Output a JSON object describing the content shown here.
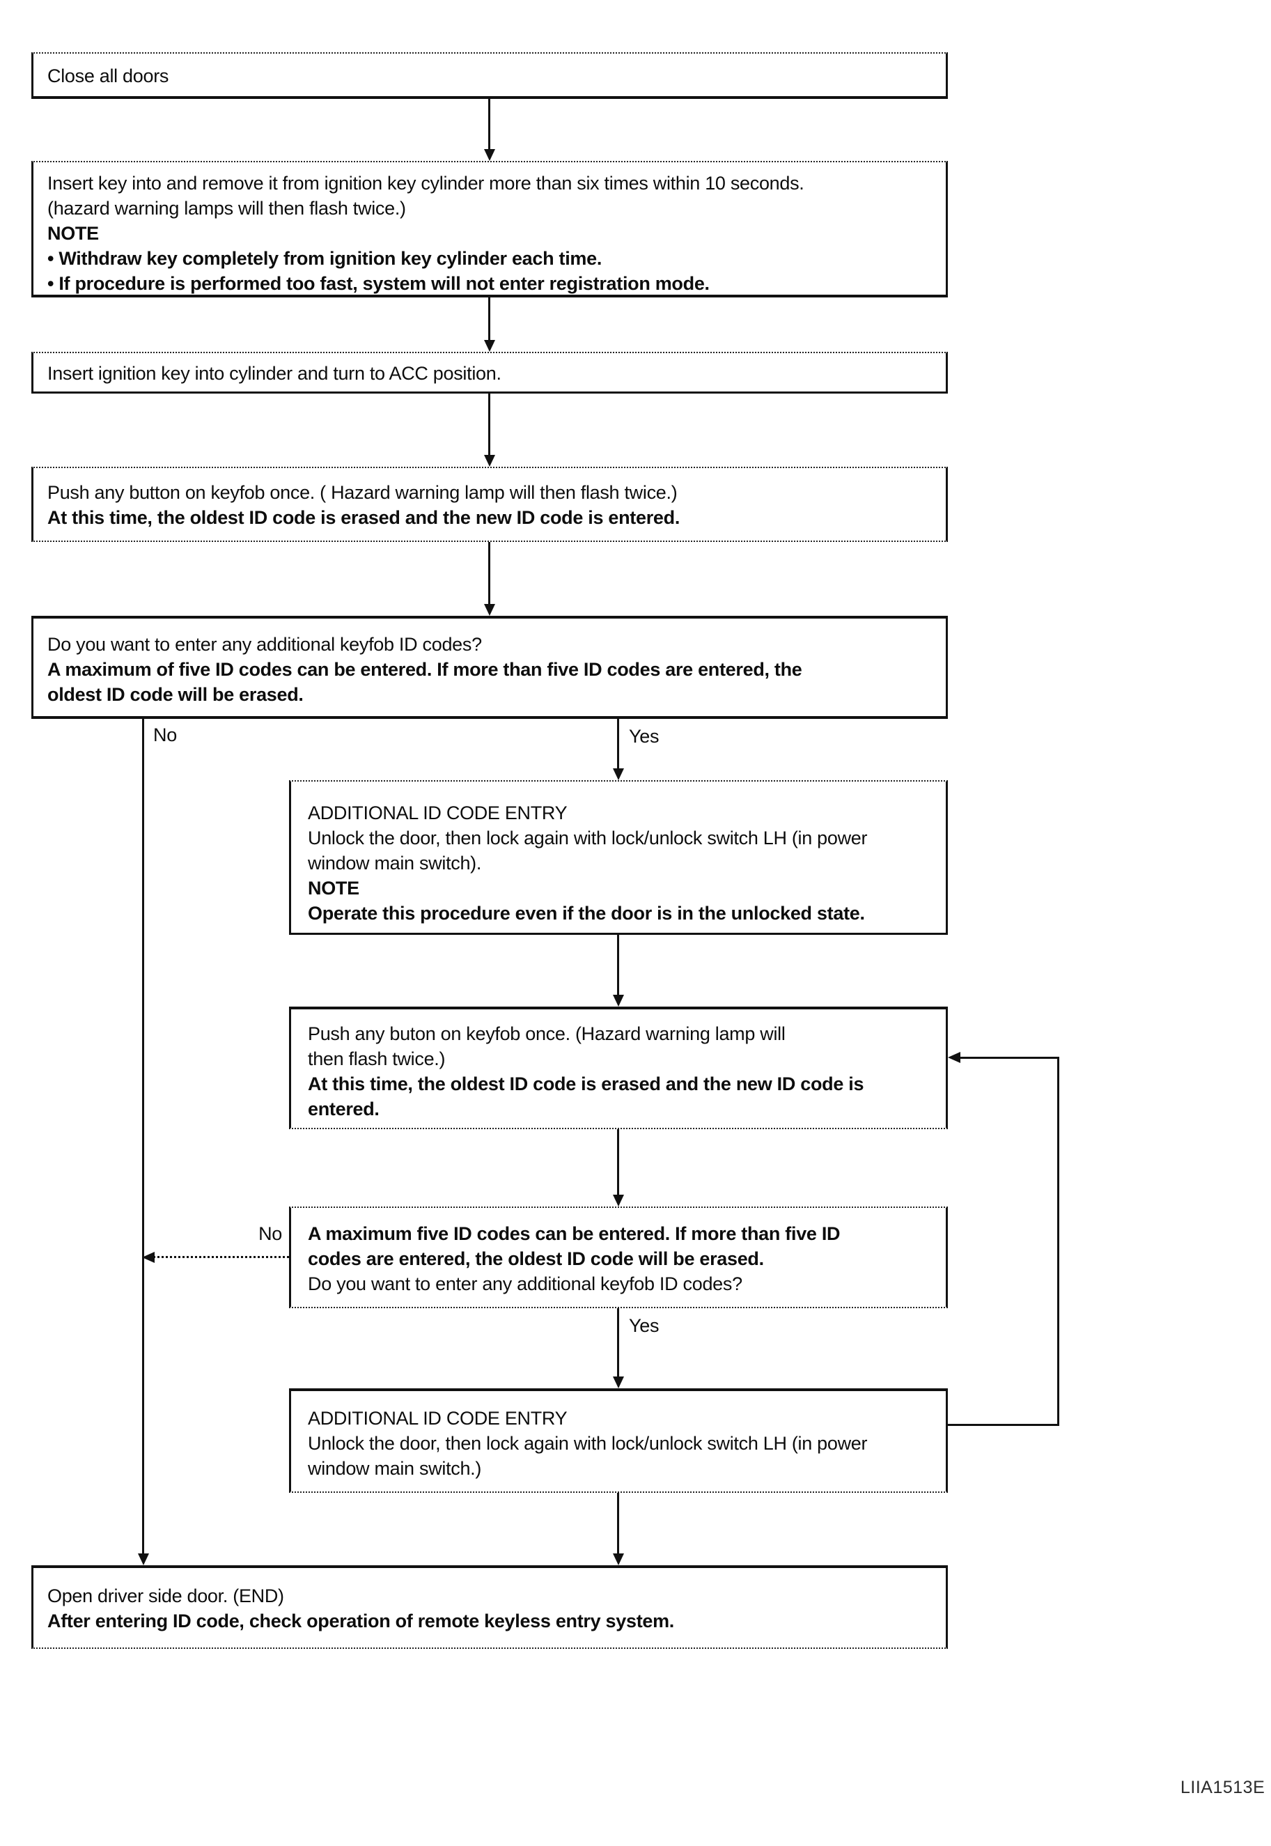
{
  "figure_code": "LIIA1513E",
  "colors": {
    "ink": "#111111",
    "paper": "#ffffff"
  },
  "branch_labels": {
    "no_main": "No",
    "yes_main": "Yes",
    "no_loop": "No",
    "yes_loop": "Yes"
  },
  "boxes": {
    "close_doors": {
      "lines": [
        {
          "text": "Close all doors",
          "bold": false
        }
      ]
    },
    "insert_remove_key": {
      "lines": [
        {
          "text": "Insert key into and remove it from ignition key cylinder more than six times within 10 seconds.",
          "bold": false
        },
        {
          "text": "(hazard warning lamps will then flash twice.)",
          "bold": false
        },
        {
          "text": "NOTE",
          "bold": true
        },
        {
          "text": "• Withdraw key completely from ignition key cylinder each time.",
          "bold": true
        },
        {
          "text": "• If procedure is performed too fast, system will not enter registration mode.",
          "bold": true
        }
      ]
    },
    "acc_position": {
      "lines": [
        {
          "text": "Insert ignition key into cylinder and turn to ACC position.",
          "bold": false
        }
      ]
    },
    "push_button_first": {
      "lines": [
        {
          "text": "Push any button on keyfob once. ( Hazard warning lamp will then flash twice.)",
          "bold": false
        },
        {
          "text": "At this time, the oldest ID code is erased and the new ID code is entered.",
          "bold": true
        }
      ]
    },
    "additional_question": {
      "lines": [
        {
          "text": "Do you want to enter any additional keyfob ID codes?",
          "bold": false
        },
        {
          "text": "A maximum of five ID codes can be entered. If more than five ID codes are entered, the",
          "bold": true
        },
        {
          "text": "oldest ID code will be erased.",
          "bold": true
        }
      ]
    },
    "additional_entry_1": {
      "lines": [
        {
          "text": "ADDITIONAL ID CODE ENTRY",
          "bold": false
        },
        {
          "text": "Unlock the door, then lock again with lock/unlock switch LH (in power",
          "bold": false
        },
        {
          "text": "window main switch).",
          "bold": false
        },
        {
          "text": "NOTE",
          "bold": true
        },
        {
          "text": "Operate this procedure even if the door is in the unlocked state.",
          "bold": true
        }
      ]
    },
    "push_button_loop": {
      "lines": [
        {
          "text": "Push any buton on keyfob once. (Hazard warning lamp will",
          "bold": false
        },
        {
          "text": "then flash twice.)",
          "bold": false
        },
        {
          "text": "At this time, the oldest ID code is erased and the new ID code is",
          "bold": true
        },
        {
          "text": "entered.",
          "bold": true
        }
      ]
    },
    "max_five_question": {
      "lines": [
        {
          "text": "A maximum five ID codes can be entered. If more than five ID",
          "bold": true
        },
        {
          "text": "codes are entered, the oldest ID code will be erased.",
          "bold": true
        },
        {
          "text": "Do you want to enter any additional keyfob ID codes?",
          "bold": false
        }
      ]
    },
    "additional_entry_2": {
      "lines": [
        {
          "text": "ADDITIONAL ID CODE ENTRY",
          "bold": false
        },
        {
          "text": "Unlock the door, then lock again with lock/unlock switch LH (in power",
          "bold": false
        },
        {
          "text": "window main switch.)",
          "bold": false
        }
      ]
    },
    "open_door_end": {
      "lines": [
        {
          "text": "Open driver side door. (END)",
          "bold": false
        },
        {
          "text": "After entering ID code, check operation of remote keyless entry system.",
          "bold": true
        }
      ]
    }
  }
}
